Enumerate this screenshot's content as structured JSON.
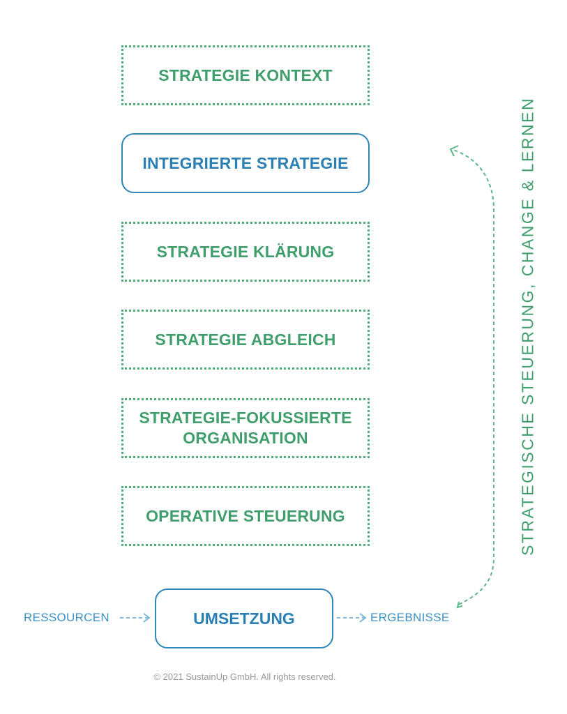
{
  "boxes": [
    {
      "label": "STRATEGIE KONTEXT",
      "style": "dotted"
    },
    {
      "label": "INTEGRIERTE STRATEGIE",
      "style": "solid"
    },
    {
      "label": "STRATEGIE KLÄRUNG",
      "style": "dotted"
    },
    {
      "label": "STRATEGIE ABGLEICH",
      "style": "dotted"
    },
    {
      "label": "STRATEGIE-FOKUSSIERTE ORGANISATION",
      "style": "dotted"
    },
    {
      "label": "OPERATIVE STEUERUNG",
      "style": "dotted"
    }
  ],
  "umsetzung": {
    "label": "UMSETZUNG"
  },
  "input_label": "RESSOURCEN",
  "output_label": "ERGEBNISSE",
  "vertical_label": "STRATEGISCHE STEUERUNG, CHANGE & LERNEN",
  "copyright": "© 2021 SustainUp GmbH. All rights reserved.",
  "colors": {
    "green": "#3f9e6b",
    "blue": "#2a7fb4"
  }
}
